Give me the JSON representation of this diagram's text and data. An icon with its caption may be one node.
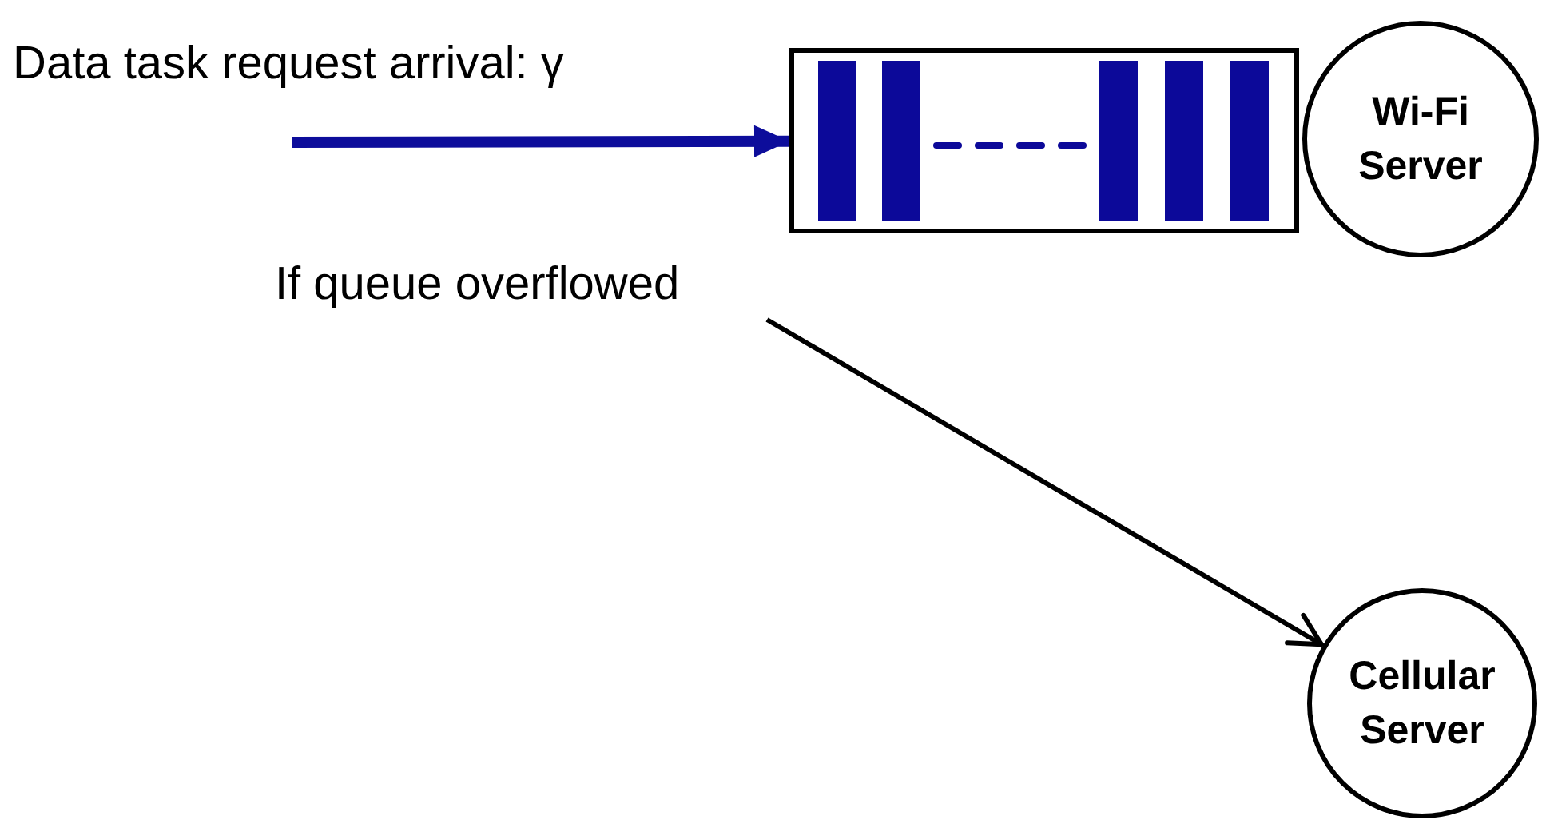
{
  "diagram": {
    "nodes": [
      {
        "text": [],
        "shape": "box"
      },
      {
        "text": [
          "Wi-Fi Server"
        ]
      },
      {
        "text": [
          "Cellular Server"
        ]
      },
      {
        "text": [
          "If queue overflowed"
        ]
      }
    ],
    "edges": [
      {
        "from": null,
        "to": 0,
        "arrow": "to",
        "label": "Data task request arrival: γ",
        "style": "thick",
        "color": "#0d0d9b"
      },
      {
        "from": 3,
        "to": 2,
        "arrow": "to",
        "color": "#000000"
      }
    ]
  }
}
